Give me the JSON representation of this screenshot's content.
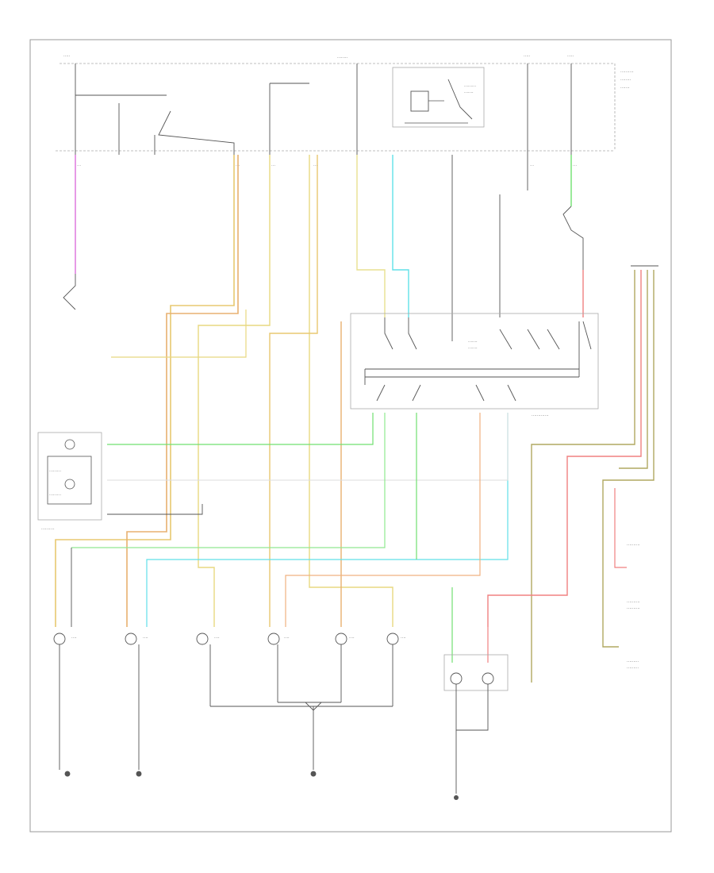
{
  "diagram": {
    "id_code": "",
    "colors": {
      "frame": "#999999",
      "black": "#555555",
      "pink": "#e080e0",
      "yellow": "#e8d880",
      "orange": "#e8b070",
      "cyan": "#60e0e8",
      "green": "#70e070",
      "red": "#f08080",
      "olive": "#b0a860",
      "grey": "#cccccc"
    },
    "components": [
      {
        "id": "fuse-block",
        "label": ""
      },
      {
        "id": "flasher",
        "label": ""
      },
      {
        "id": "turn-signal-switch",
        "label": ""
      },
      {
        "id": "instrument-cluster",
        "label": ""
      },
      {
        "id": "left-front-turn-lamp",
        "label": ""
      },
      {
        "id": "right-front-turn-lamp",
        "label": ""
      },
      {
        "id": "left-rear-turn-lamp",
        "label": ""
      },
      {
        "id": "right-rear-turn-lamp",
        "label": ""
      },
      {
        "id": "left-cornering-lamp",
        "label": ""
      },
      {
        "id": "right-cornering-lamp",
        "label": ""
      },
      {
        "id": "license-lamp",
        "label": ""
      },
      {
        "id": "trailer-connector",
        "label": ""
      }
    ]
  }
}
